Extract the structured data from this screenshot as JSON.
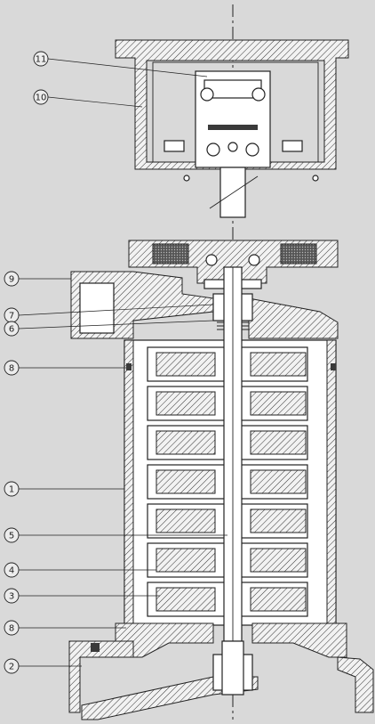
{
  "diagram": {
    "callouts": [
      "11",
      "10",
      "9",
      "7",
      "6",
      "8",
      "1",
      "5",
      "4",
      "3",
      "8",
      "2"
    ]
  }
}
